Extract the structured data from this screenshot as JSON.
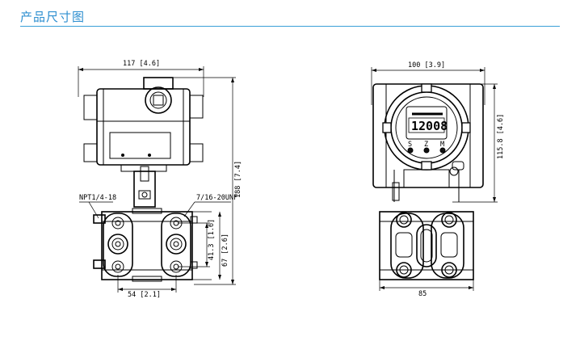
{
  "header": {
    "title": "产品尺寸图",
    "accent_color": "#2e8fd0"
  },
  "front_view": {
    "width_dim": "117 [4.6]",
    "height_dim": "188 [7.4]",
    "port_label": "NPT1/4-18",
    "bolt_label": "7/16-20UNF",
    "flange_height_dim": "67 [2.6]",
    "bolt_spacing_dim": "41.3 [1.6]",
    "bottom_dim": "54 [2.1]"
  },
  "side_view": {
    "width_dim": "100 [3.9]",
    "height_dim": "115.8 [4.6]",
    "lcd_value": "12008",
    "button_labels": [
      "S",
      "Z",
      "M"
    ]
  },
  "bottom_view": {
    "width_dim": "85"
  }
}
